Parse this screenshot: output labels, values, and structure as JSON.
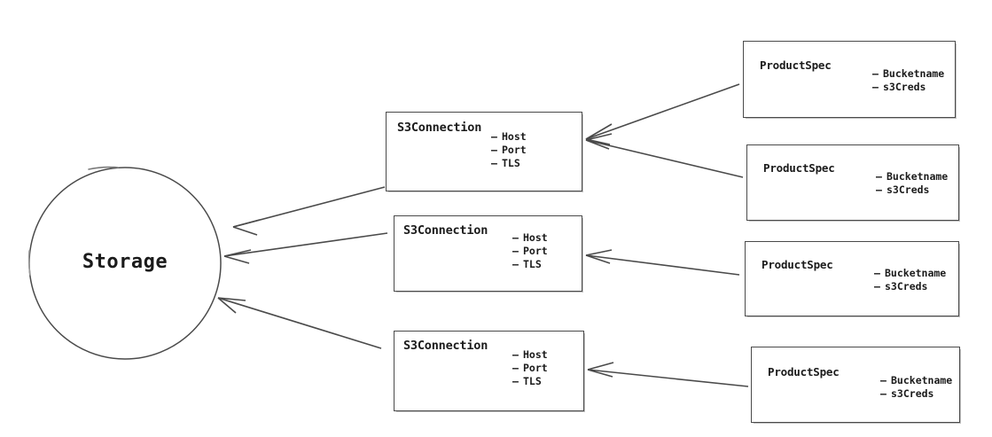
{
  "diagram": {
    "title": "Storage to S3Connection to ProductSpec relationship diagram",
    "background_color": "#ffffff",
    "stroke_color": "#4a4a4a",
    "text_color": "#1b1b1b",
    "style": "hand-drawn whiteboard sketch"
  },
  "storage_node": {
    "label": "Storage",
    "shape": "circle"
  },
  "connection_nodes": [
    {
      "title": "S3Connection",
      "attributes": [
        "Host",
        "Port",
        "TLS"
      ]
    },
    {
      "title": "S3Connection",
      "attributes": [
        "Host",
        "Port",
        "TLS"
      ]
    },
    {
      "title": "S3Connection",
      "attributes": [
        "Host",
        "Port",
        "TLS"
      ]
    }
  ],
  "spec_nodes": [
    {
      "title": "ProductSpec",
      "attributes": [
        "Bucketname",
        "s3Creds"
      ]
    },
    {
      "title": "ProductSpec",
      "attributes": [
        "Bucketname",
        "s3Creds"
      ]
    },
    {
      "title": "ProductSpec",
      "attributes": [
        "Bucketname",
        "s3Creds"
      ]
    },
    {
      "title": "ProductSpec",
      "attributes": [
        "Bucketname",
        "s3Creds"
      ]
    }
  ],
  "edges": [
    {
      "from": "spec-0",
      "to": "connection-0"
    },
    {
      "from": "spec-1",
      "to": "connection-0"
    },
    {
      "from": "spec-2",
      "to": "connection-1"
    },
    {
      "from": "spec-3",
      "to": "connection-2"
    },
    {
      "from": "connection-0",
      "to": "storage"
    },
    {
      "from": "connection-1",
      "to": "storage"
    },
    {
      "from": "connection-2",
      "to": "storage"
    }
  ],
  "bullet_dash": "–"
}
